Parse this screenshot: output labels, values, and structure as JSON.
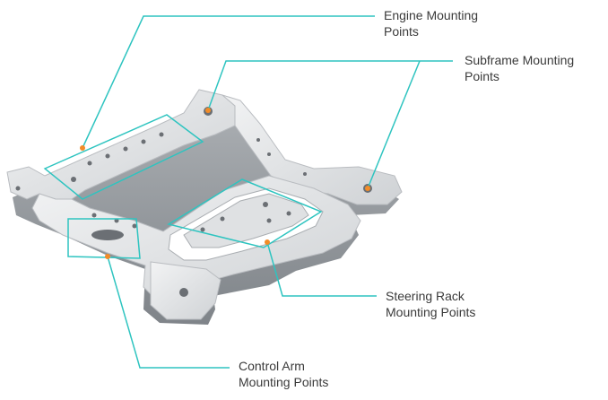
{
  "colors": {
    "callout_line": "#2ec4c0",
    "marker": "#f28c28",
    "label_text": "#3a3a3a",
    "metal_light": "#e6e8ea",
    "metal_mid": "#c8cbce",
    "metal_dark": "#9a9ea3",
    "background": "#ffffff"
  },
  "callouts": [
    {
      "id": "engine",
      "line1": "Engine Mounting",
      "line2": "Points"
    },
    {
      "id": "subframe",
      "line1": "Subframe Mounting",
      "line2": "Points"
    },
    {
      "id": "steering",
      "line1": "Steering Rack",
      "line2": "Mounting Points"
    },
    {
      "id": "control",
      "line1": "Control Arm",
      "line2": "Mounting Points"
    }
  ]
}
